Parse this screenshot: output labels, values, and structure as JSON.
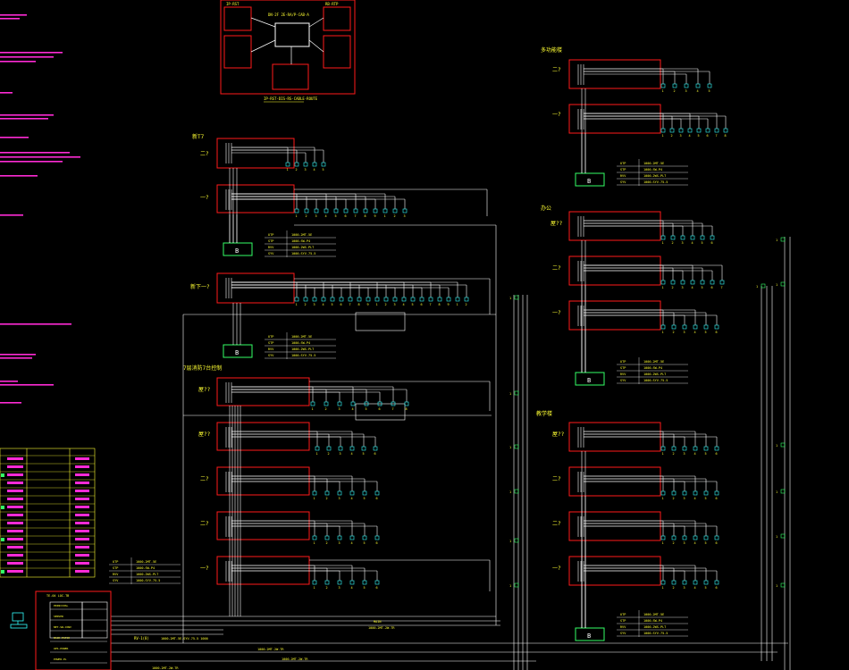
{
  "colors": {
    "background": "#000000",
    "equipment_box": "#ff1a1a",
    "cable": "#ffffff",
    "label": "#ffff33",
    "outlet": "#33ffff",
    "notes": "#ff2bd6",
    "highlight": "#22ff66"
  },
  "top_block": {
    "caption": "IP-RST",
    "center_caption": "DN-2F 2E-RA/P-CAB-A",
    "right_caption": "RB-RTP",
    "footer": "IP-RST-DIS-RS-CABLE-ROUTE"
  },
  "sections": {
    "left_upper": "新T7",
    "left_middle": "新下一?",
    "left_lower": "7层消防7台控制",
    "right_top": "多功能楼",
    "right_middle": "办公",
    "right_bottom": "教学楼"
  },
  "floor_labels": {
    "two": "二?",
    "one": "一?",
    "roof": "屋??"
  },
  "spec_rows": [
    {
      "code": "UTP",
      "value": "1000-2MT-5E"
    },
    {
      "code": "STP",
      "value": "1000-SW-P4"
    },
    {
      "code": "RVV",
      "value": "1000-2WS-PLT"
    },
    {
      "code": "SYV",
      "value": "1000-SYV-75-5"
    }
  ],
  "cabinet": {
    "title": "TE-04 LOC-TB",
    "rows": [
      "PRINCIPAL",
      "SERVER",
      "NET-SW-CONV",
      "RACK-PATCH",
      "UPS-POWER",
      "POWER-PL"
    ]
  },
  "bottom_labels": {
    "run1": "RV-1(8)",
    "run1_spec": "1000-2MT-5E-SYV-75-5 1000",
    "run2": "1000-2MT-2W-TR",
    "run3": "1000-2MT-2W-TR",
    "run4": "1000-2MT-2W-TR",
    "main": "MAIN",
    "main_spec": "1000-2MT-2W-TR"
  }
}
